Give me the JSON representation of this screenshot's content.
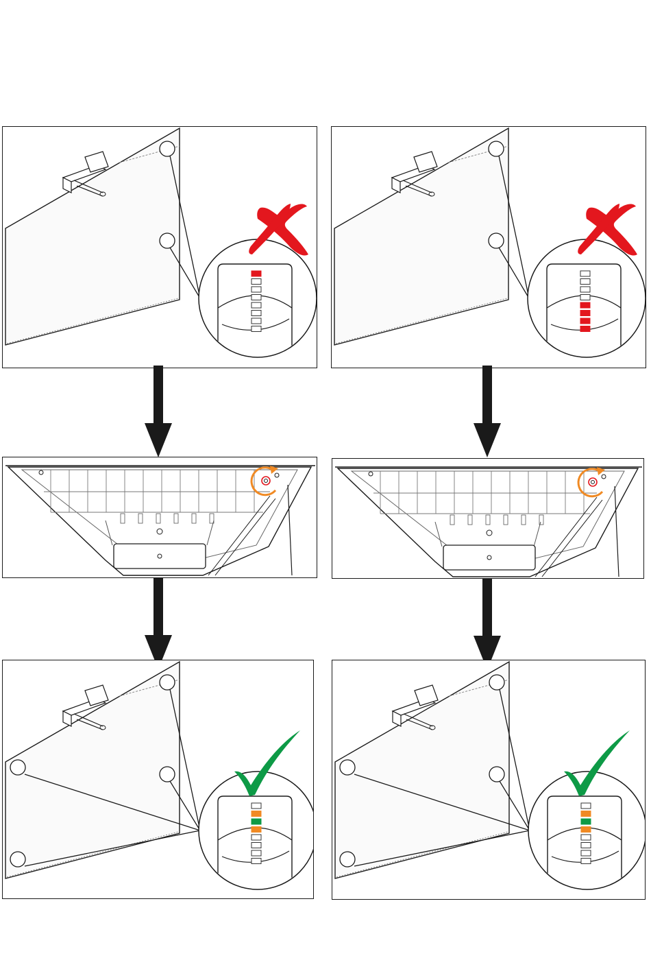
{
  "figure": {
    "columns": [
      {
        "id": "left",
        "before": {
          "status": "incorrect",
          "status_icon": "cross-icon",
          "leds": [
            "red",
            "off",
            "off",
            "off",
            "off",
            "off",
            "off",
            "off"
          ]
        },
        "adjust": {
          "action": "turn-screw",
          "status_icon": "rotate-arrow-icon"
        },
        "after": {
          "status": "correct",
          "status_icon": "checkmark-icon",
          "leds": [
            "off",
            "orange",
            "green",
            "orange",
            "off",
            "off",
            "off",
            "off"
          ]
        }
      },
      {
        "id": "right",
        "before": {
          "status": "incorrect",
          "status_icon": "cross-icon",
          "leds": [
            "off",
            "off",
            "off",
            "off",
            "red",
            "red",
            "red",
            "red"
          ]
        },
        "adjust": {
          "action": "turn-screw",
          "status_icon": "rotate-arrow-icon"
        },
        "after": {
          "status": "correct",
          "status_icon": "checkmark-icon",
          "leds": [
            "off",
            "orange",
            "green",
            "orange",
            "off",
            "off",
            "off",
            "off"
          ]
        }
      }
    ],
    "colors": {
      "red": "#e3171e",
      "green": "#0d9a46",
      "orange": "#f08a24",
      "off": "#ffffff",
      "line": "#1a1a1a"
    }
  }
}
